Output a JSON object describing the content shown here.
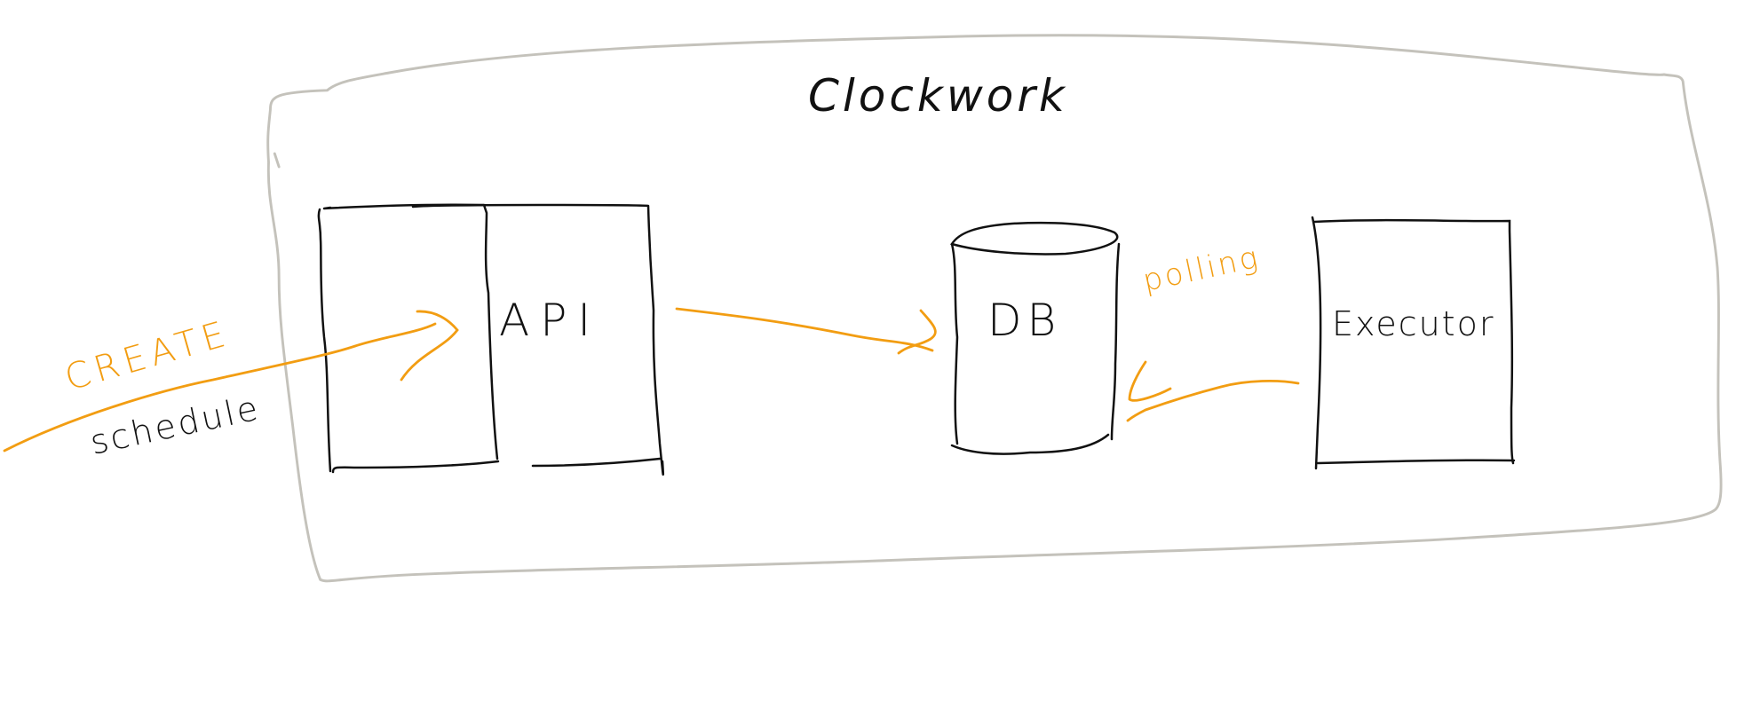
{
  "diagram": {
    "title": "Clockwork",
    "nodes": [
      {
        "id": "api",
        "label": "API",
        "shape": "rectangle"
      },
      {
        "id": "db",
        "label": "DB",
        "shape": "cylinder"
      },
      {
        "id": "executor",
        "label": "Executor",
        "shape": "rectangle"
      }
    ],
    "edges": [
      {
        "from": "external",
        "to": "api",
        "label_top": "CREATE",
        "label_bottom": "schedule"
      },
      {
        "from": "api",
        "to": "db",
        "label": ""
      },
      {
        "from": "executor",
        "to": "db",
        "label": "polling"
      }
    ]
  },
  "colors": {
    "container_stroke": "#c4c2bb",
    "box_stroke": "#111111",
    "arrow_stroke": "#f29d12"
  }
}
